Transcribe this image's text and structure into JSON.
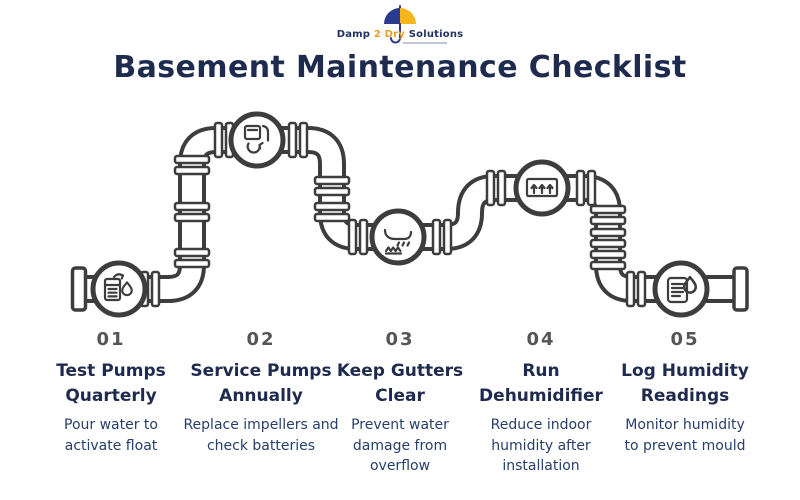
{
  "logo": {
    "name_part1": "Damp",
    "name_part2": "2",
    "name_part3": "Dry",
    "name_part4": "Solutions",
    "umbrella_blue": "#2b3a8e",
    "umbrella_yellow": "#f5b71c"
  },
  "title": "Basement Maintenance Checklist",
  "colors": {
    "navy_text": "#1e2b4f",
    "pipe_outline": "#3d3d3d",
    "number_gray": "#555555",
    "background": "#ffffff"
  },
  "steps": [
    {
      "number": "01",
      "title": "Test Pumps\nQuarterly",
      "description": "Pour water to\nactivate float",
      "icon": "sump-pump-droplet-icon"
    },
    {
      "number": "02",
      "title": "Service Pumps\nAnnually",
      "description": "Replace impellers and\ncheck batteries",
      "icon": "pump-service-refresh-icon"
    },
    {
      "number": "03",
      "title": "Keep Gutters\nClear",
      "description": "Prevent water\ndamage from\noverflow",
      "icon": "gutter-rain-icon"
    },
    {
      "number": "04",
      "title": "Run\nDehumidifier",
      "description": "Reduce indoor\nhumidity after\ninstallation",
      "icon": "dehumidifier-icon"
    },
    {
      "number": "05",
      "title": "Log Humidity\nReadings",
      "description": "Monitor humidity\nto prevent mould",
      "icon": "humidity-log-icon"
    }
  ]
}
